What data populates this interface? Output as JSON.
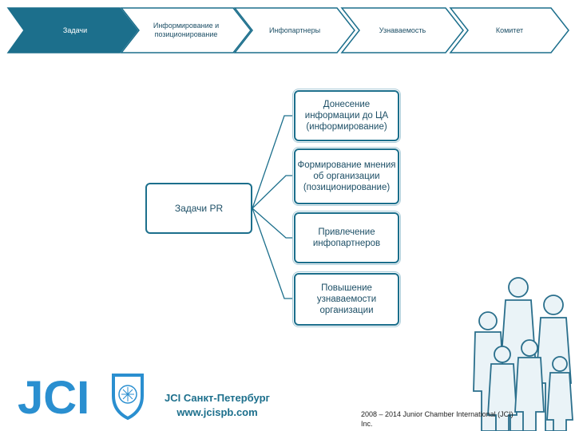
{
  "chevrons": [
    {
      "label": "Задачи",
      "fill": "#1c6f8c",
      "text_color": "#ffffff"
    },
    {
      "label": "Информирование и позиционирование",
      "fill": "#ffffff",
      "text_color": "#1d4f66"
    },
    {
      "label": "Инфопартнеры",
      "fill": "#ffffff",
      "text_color": "#1d4f66"
    },
    {
      "label": "Узнаваемость",
      "fill": "#ffffff",
      "text_color": "#1d4f66"
    },
    {
      "label": "Комитет",
      "fill": "#ffffff",
      "text_color": "#1d4f66"
    }
  ],
  "diagram": {
    "root": "Задачи PR",
    "children": [
      "Донесение информации до ЦА (информирование)",
      "Формирование мнения об организации (позиционирование)",
      "Привлечение инфопартнеров",
      "Повышение узнаваемости организации"
    ]
  },
  "footer": {
    "logo_text": "JCI",
    "org_name": "JCI Санкт-Петербург",
    "website": "www.jcispb.com",
    "copyright": "2008 – 2014 Junior Chamber International (JCI) Inc."
  },
  "colors": {
    "accent": "#1c6f8c",
    "logo_blue": "#2a8fd0",
    "people": "#dbe9f0"
  },
  "icons": [
    "jci-logo-icon",
    "people-silhouette-icon"
  ]
}
